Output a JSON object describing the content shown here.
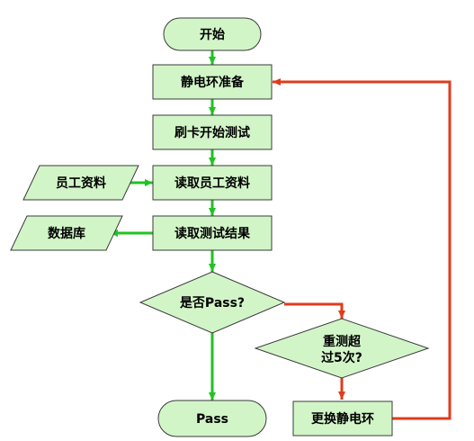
{
  "colors": {
    "fill": "#d2f5c8",
    "stroke": "#3a3a3a",
    "flow_arrow": "#22c222",
    "feedback_arrow": "#e03b1b"
  },
  "nodes": {
    "start": "开始",
    "esd_prep": "静电环准备",
    "swipe_card": "刷卡开始测试",
    "employee_data": "员工资料",
    "read_employee": "读取员工资料",
    "database": "数据库",
    "read_results": "读取测试结果",
    "is_pass": "是否Pass?",
    "retest_line1": "重测超",
    "retest_line2": "过5次?",
    "replace_esd": "更换静电环",
    "pass": "Pass"
  }
}
